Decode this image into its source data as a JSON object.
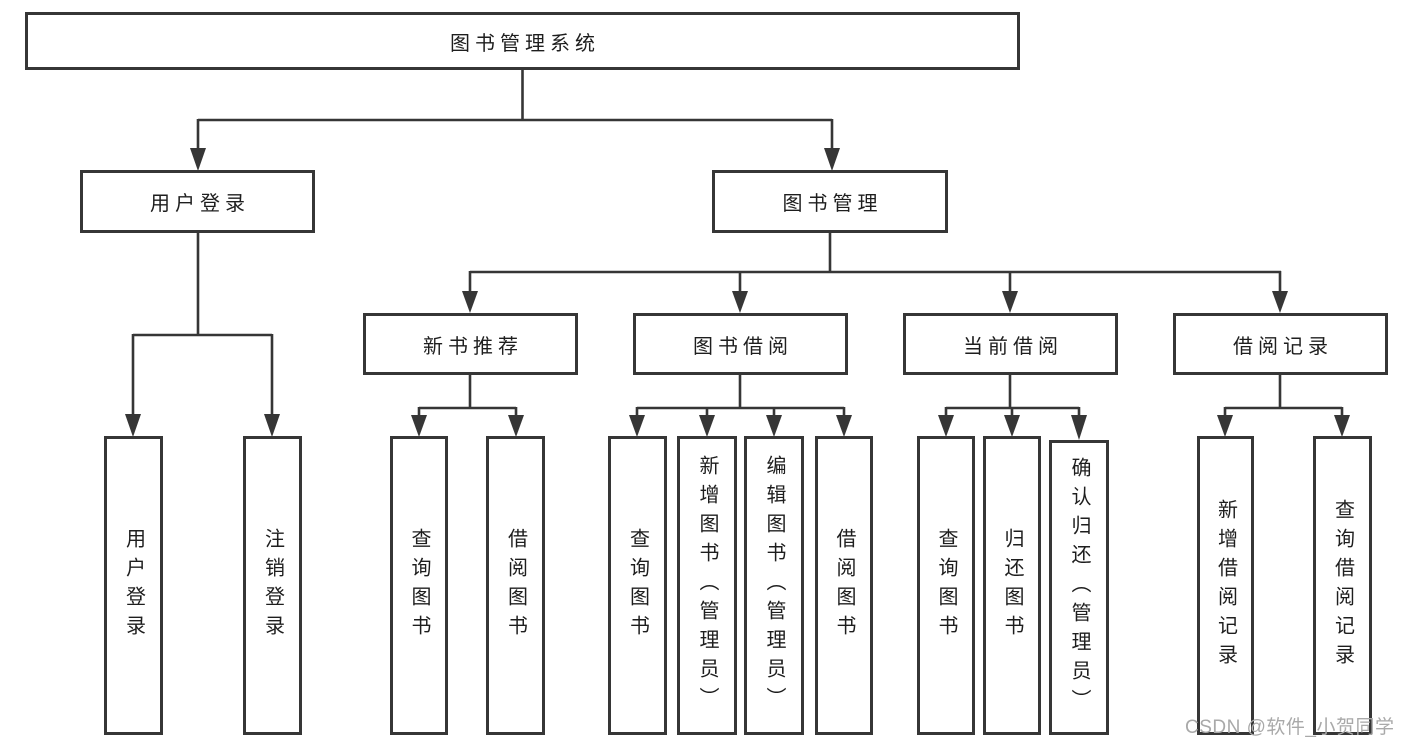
{
  "title": "图书管理系统",
  "watermark": "CSDN @软件_小贺同学",
  "colors": {
    "line": "#363636",
    "text": "#1e1e1e",
    "watermark": "#a9a9a9",
    "background": "#ffffff"
  },
  "nodes": {
    "root": {
      "label": "图书管理系统"
    },
    "user_login": {
      "label": "用户登录"
    },
    "book_mgmt": {
      "label": "图书管理"
    },
    "new_book": {
      "label": "新书推荐"
    },
    "book_borrow": {
      "label": "图书借阅"
    },
    "current_borrow": {
      "label": "当前借阅"
    },
    "borrow_record": {
      "label": "借阅记录"
    },
    "leaf_user_login": {
      "label": "用户登录"
    },
    "leaf_logout": {
      "label": "注销登录"
    },
    "leaf_new_query": {
      "label": "查询图书"
    },
    "leaf_new_borrow": {
      "label": "借阅图书"
    },
    "leaf_borrow_query": {
      "label": "查询图书"
    },
    "leaf_borrow_add": {
      "label": "新增图书（管理员）"
    },
    "leaf_borrow_edit": {
      "label": "编辑图书（管理员）"
    },
    "leaf_borrow_do": {
      "label": "借阅图书"
    },
    "leaf_cur_query": {
      "label": "查询图书"
    },
    "leaf_cur_return": {
      "label": "归还图书"
    },
    "leaf_cur_confirm": {
      "label": "确认归还（管理员）"
    },
    "leaf_rec_add": {
      "label": "新增借阅记录"
    },
    "leaf_rec_query": {
      "label": "查询借阅记录"
    }
  },
  "hierarchy": {
    "图书管理系统": {
      "用户登录": [
        "用户登录",
        "注销登录"
      ],
      "图书管理": {
        "新书推荐": [
          "查询图书",
          "借阅图书"
        ],
        "图书借阅": [
          "查询图书",
          "新增图书（管理员）",
          "编辑图书（管理员）",
          "借阅图书"
        ],
        "当前借阅": [
          "查询图书",
          "归还图书",
          "确认归还（管理员）"
        ],
        "借阅记录": [
          "新增借阅记录",
          "查询借阅记录"
        ]
      }
    }
  }
}
